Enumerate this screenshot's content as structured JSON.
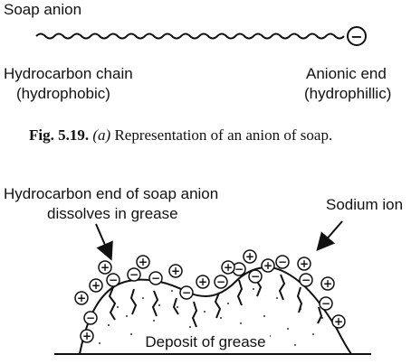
{
  "top_diagram": {
    "label_soap_anion": "Soap anion",
    "label_chain_line1": "Hydrocarbon chain",
    "label_chain_line2": "(hydrophobic)",
    "label_end_line1": "Anionic end",
    "label_end_line2": "(hydrophillic)",
    "anion_charge": "−"
  },
  "caption": {
    "fig_number": "Fig. 5.19.",
    "part": "(a)",
    "text": "Representation of an anion of soap."
  },
  "bottom_diagram": {
    "label_hydrocarbon_end_line1": "Hydrocarbon end of soap anion",
    "label_hydrocarbon_end_line2": "dissolves in grease",
    "label_sodium": "Sodium ion",
    "label_deposit": "Deposit of grease",
    "plus_symbol": "+",
    "minus_symbol": "−"
  },
  "colors": {
    "ink": "#111111",
    "background": "#ffffff"
  }
}
